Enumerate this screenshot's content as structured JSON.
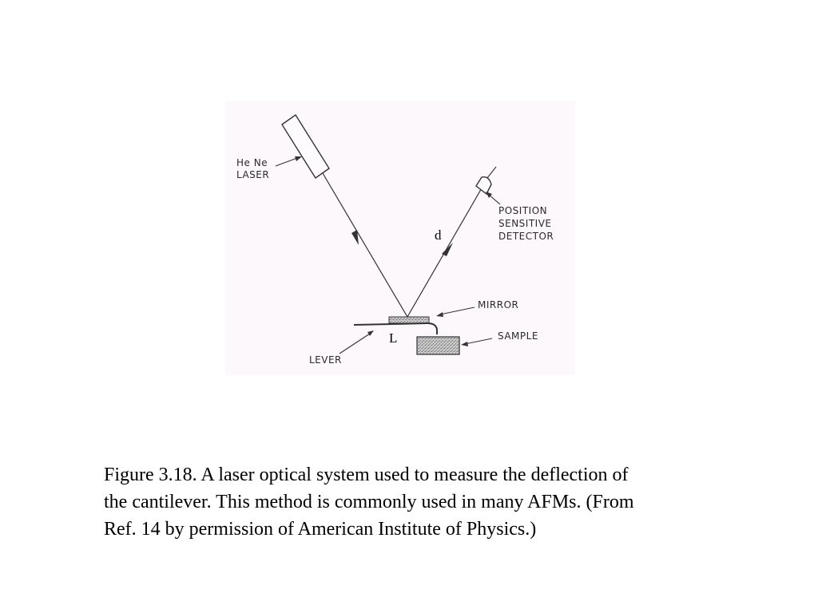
{
  "figure": {
    "labels": {
      "laser_line1": "He Ne",
      "laser_line2": "LASER",
      "detector_line1": "POSITION",
      "detector_line2": "SENSITIVE",
      "detector_line3": "DETECTOR",
      "mirror": "MIRROR",
      "sample": "SAMPLE",
      "lever": "LEVER",
      "d": "d",
      "L": "L"
    },
    "colors": {
      "panel_background": "#fcf8fc",
      "line": "#333333"
    }
  },
  "caption": {
    "line1": "Figure 3.18.  A laser optical system used to measure the deflection of",
    "line2": "the cantilever.  This method is commonly used in many AFMs. (From",
    "line3": "Ref. 14 by permission of American Institute of Physics.)"
  }
}
